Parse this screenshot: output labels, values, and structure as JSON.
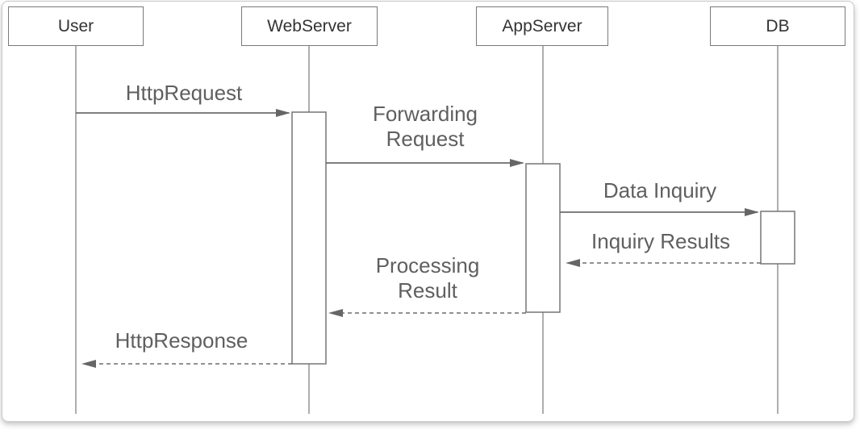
{
  "diagram": {
    "type": "uml-sequence-diagram",
    "participants": [
      {
        "id": "user",
        "label": "User"
      },
      {
        "id": "webserver",
        "label": "WebServer"
      },
      {
        "id": "appserver",
        "label": "AppServer"
      },
      {
        "id": "db",
        "label": "DB"
      }
    ],
    "messages": [
      {
        "label": "HttpRequest",
        "from": "user",
        "to": "webserver",
        "line": "solid"
      },
      {
        "label": "Forwarding Request",
        "from": "webserver",
        "to": "appserver",
        "line": "solid"
      },
      {
        "label": "Data Inquiry",
        "from": "appserver",
        "to": "db",
        "line": "solid"
      },
      {
        "label": "Inquiry Results",
        "from": "db",
        "to": "appserver",
        "line": "dashed"
      },
      {
        "label": "Processing Result",
        "from": "appserver",
        "to": "webserver",
        "line": "dashed"
      },
      {
        "label": "HttpResponse",
        "from": "webserver",
        "to": "user",
        "line": "dashed"
      }
    ],
    "colors": {
      "participant_text": "#333333",
      "message_text": "#5f5f5f",
      "stroke": "#6d6d6d",
      "lifeline": "#8c8c8c",
      "activation_fill": "#ffffff",
      "card_border": "#c9c9c9",
      "background": "#ffffff"
    }
  }
}
